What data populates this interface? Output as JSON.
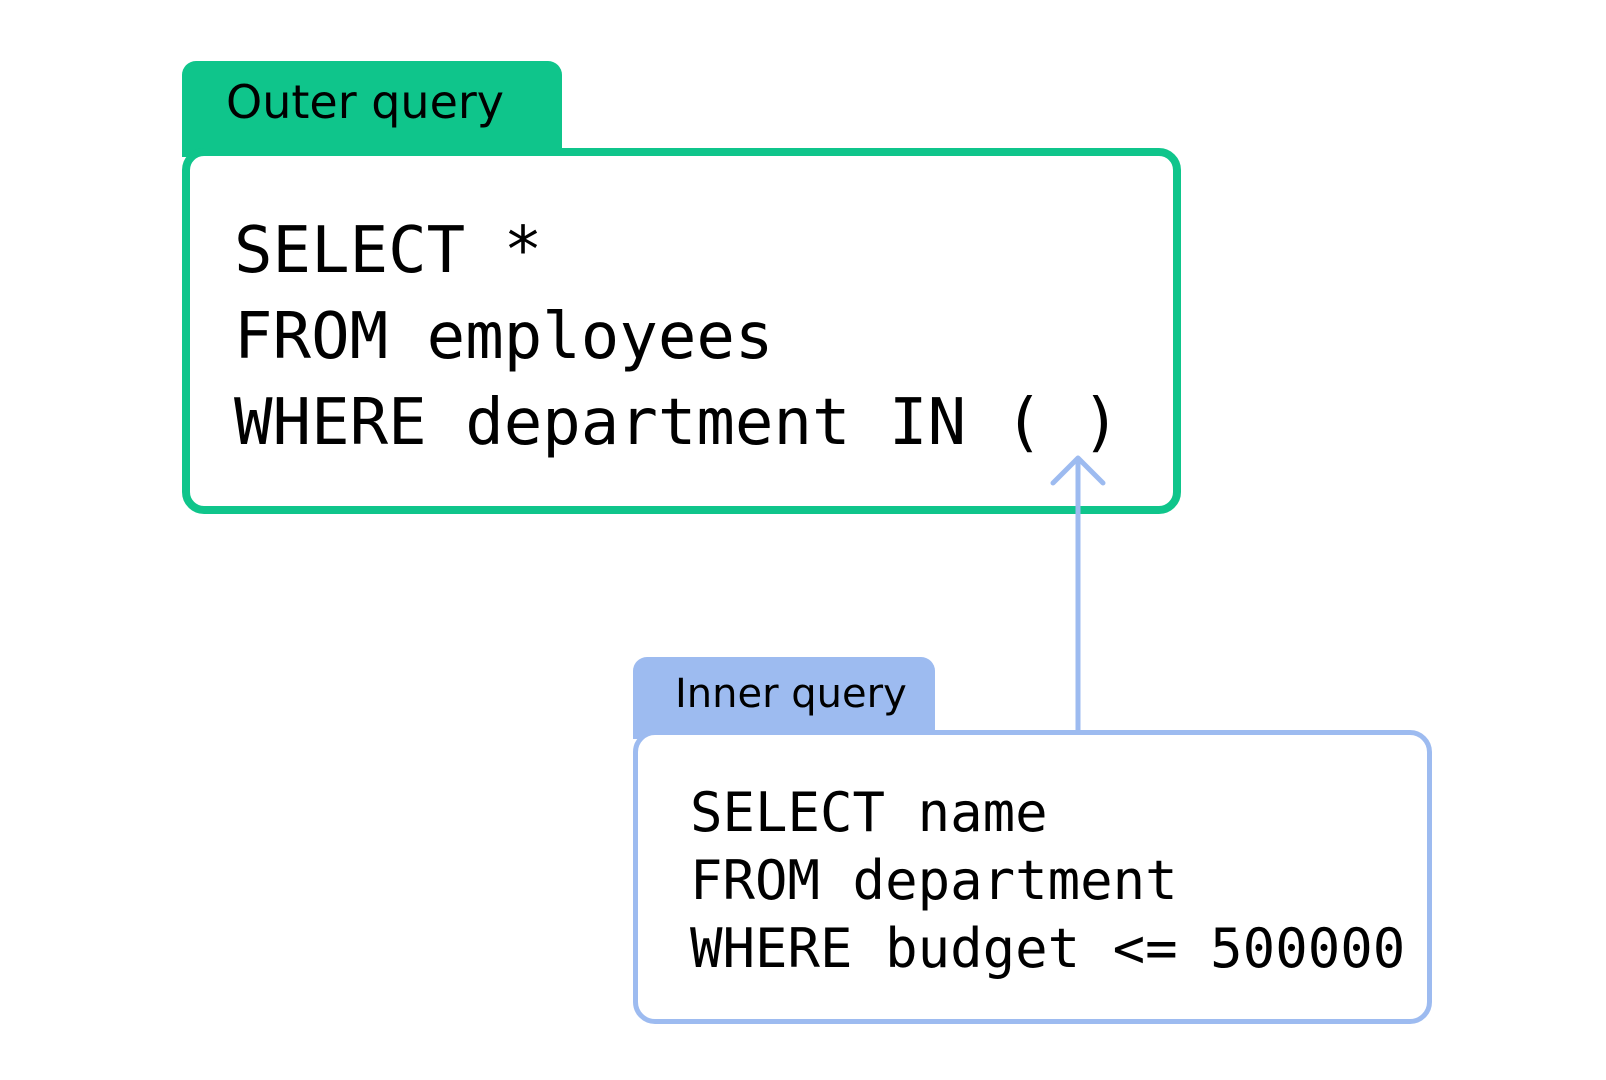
{
  "colors": {
    "outer_accent": "#0fc58b",
    "inner_accent": "#9dbbf0",
    "background": "#ffffff",
    "text": "#000000"
  },
  "outer": {
    "label": "Outer query",
    "lines": [
      "SELECT *",
      "FROM employees",
      "WHERE department IN ( )"
    ]
  },
  "inner": {
    "label": "Inner query",
    "lines": [
      "SELECT name",
      "FROM department",
      "WHERE budget <= 500000"
    ]
  },
  "connector": {
    "icon": "arrow-up-icon",
    "from": "inner",
    "to": "outer"
  }
}
